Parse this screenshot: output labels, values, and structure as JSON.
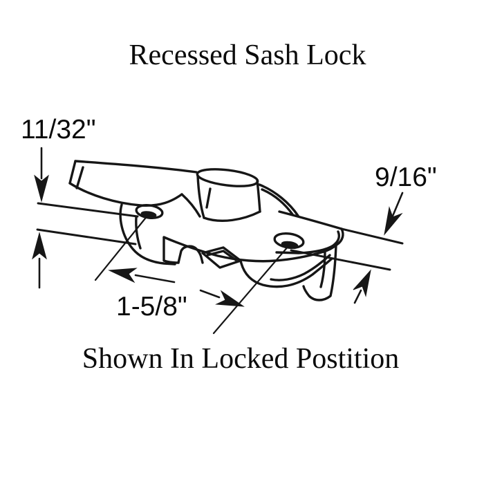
{
  "title": "Recessed Sash Lock",
  "caption": "Shown In Locked Postition",
  "dimensions": {
    "depth_top_left": "11/32\"",
    "thickness_right": "9/16\"",
    "hole_spacing": "1-5/8\""
  },
  "drawing": {
    "subject": "recessed sash lock shown in locked position, mounted on window meeting rail",
    "ink_color": "#161616",
    "background_color": "#ffffff"
  }
}
